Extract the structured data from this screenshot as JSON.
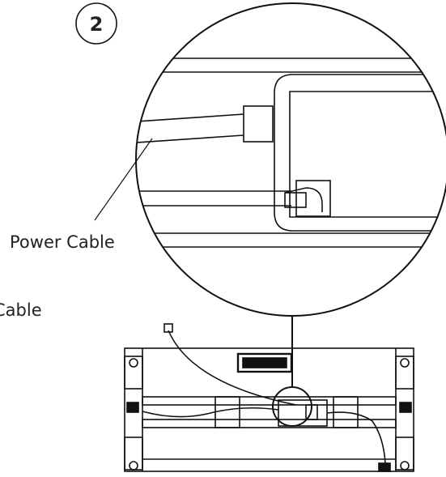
{
  "step": {
    "number": "2"
  },
  "callouts": {
    "power_cable": "Power Cable",
    "cable_cut": "Cable"
  },
  "colors": {
    "stroke": "#111111",
    "background": "#ffffff"
  }
}
